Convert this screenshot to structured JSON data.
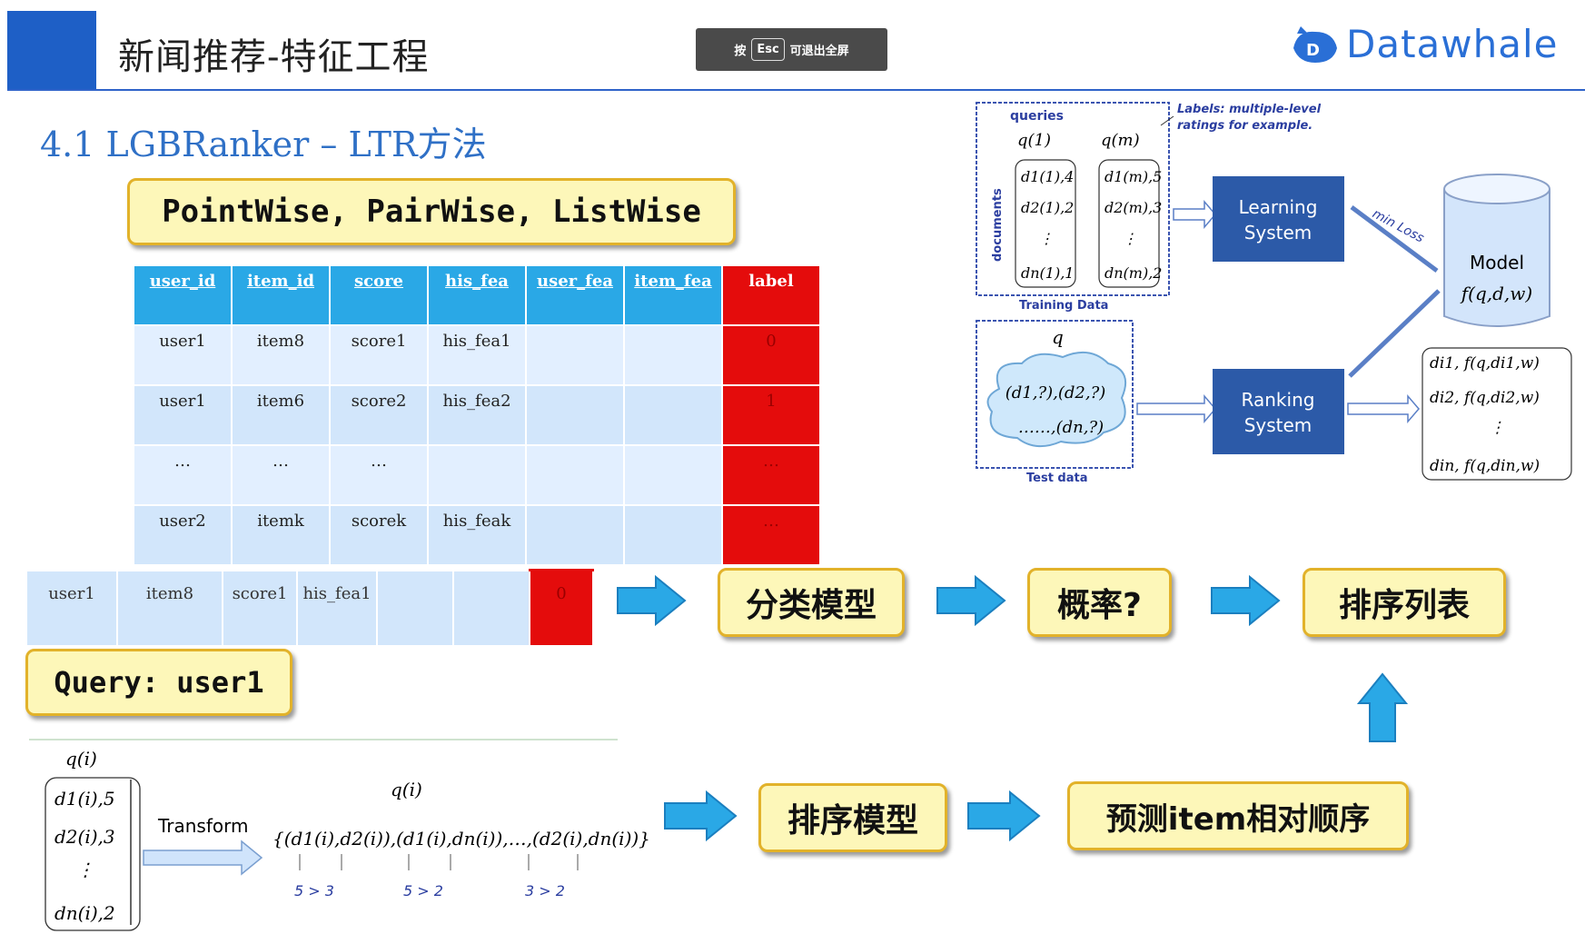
{
  "header": {
    "title": "新闻推荐-特征工程"
  },
  "toast": {
    "prefix": "按",
    "key": "Esc",
    "suffix": "可退出全屏"
  },
  "logo": {
    "text": "Datawhale"
  },
  "subtitle": "4.1 LGBRanker  –  LTR方法",
  "methods_box": "PointWise, PairWise,  ListWise",
  "feature_table": {
    "headers": [
      "user_id",
      "item_id",
      "score",
      "his_fea",
      "user_fea",
      "item_fea",
      "label"
    ],
    "rows": [
      [
        "user1",
        "item8",
        "score1",
        "his_fea1",
        "",
        "",
        "0"
      ],
      [
        "user1",
        "item6",
        "score2",
        "his_fea2",
        "",
        "",
        "1"
      ],
      [
        "…",
        "…",
        "…",
        "",
        "",
        "",
        "…"
      ],
      [
        "user2",
        "itemk",
        "scorek",
        "his_feak",
        "",
        "",
        "…"
      ]
    ]
  },
  "single_row": [
    "user1",
    "item8",
    "score1",
    "his_fea1",
    "",
    "",
    "0"
  ],
  "query_box": "Query: user1",
  "flow_top": {
    "classify": "分类模型",
    "prob": "概率?",
    "rank_list": "排序列表"
  },
  "flow_bottom": {
    "rank_model": "排序模型",
    "predict": "预测item相对顺序"
  },
  "ltr_diagram": {
    "queries": "queries",
    "documents": "documents",
    "labels_note_1": "Labels: multiple-level",
    "labels_note_2": "ratings for example.",
    "training_data": "Training Data",
    "learning_system_1": "Learning",
    "learning_system_2": "System",
    "min_loss": "min Loss",
    "model_1": "Model",
    "model_2": "f(q,d,w)",
    "test_data": "Test data",
    "ranking_system_1": "Ranking",
    "ranking_system_2": "System",
    "q": "q",
    "q1": "q(1)",
    "qm": "q(m)",
    "doc_col1": [
      "d1(1),4",
      "d2(1),2",
      "⋮",
      "dn(1),1"
    ],
    "doc_col2": [
      "d1(m),5",
      "d2(m),3",
      "⋮",
      "dn(m),2"
    ],
    "test_line1": "(d1,?),(d2,?)",
    "test_line2": "……,(dn,?)",
    "out_rows": [
      "di1, f(q,di1,w)",
      "di2, f(q,di2,w)",
      "⋮",
      "din, f(q,din,w)"
    ]
  },
  "formula": {
    "qi": "q(i)",
    "left_col": [
      "d1(i),5",
      "d2(i),3",
      "⋮",
      "dn(i),2"
    ],
    "transform": "Transform",
    "pairs": "{(d1(i),d2(i)),(d1(i),dn(i)),…,(d2(i),dn(i))}",
    "cmp1": "5  >  3",
    "cmp2": "5  >  2",
    "cmp3": "3  >  2"
  },
  "colors": {
    "accent_blue": "#2f70c6",
    "header_blue": "#1e5fc6",
    "label_red": "#e40c0c",
    "arrow_blue": "#2aa8e6",
    "box_yellow": "#fdf7b9"
  }
}
